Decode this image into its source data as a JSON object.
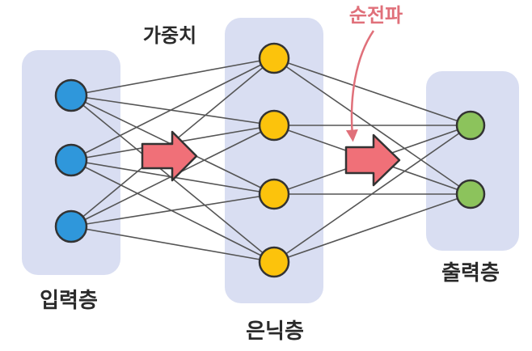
{
  "labels": {
    "input_layer": "입력층",
    "hidden_layer": "은닉층",
    "output_layer": "출력층",
    "weights": "가중치",
    "forward_propagation": "순전파"
  },
  "network": {
    "input_nodes": 3,
    "hidden_nodes": 4,
    "output_nodes": 2
  },
  "colors": {
    "panel": "#d9def2",
    "input_node": "#2f97db",
    "hidden_node": "#fcc30c",
    "output_node": "#8cc35c",
    "node_stroke": "#333333",
    "connection": "#555555",
    "arrow_fill": "#f07078",
    "annotation": "#e0707a",
    "label_text": "#2a2a2a"
  }
}
